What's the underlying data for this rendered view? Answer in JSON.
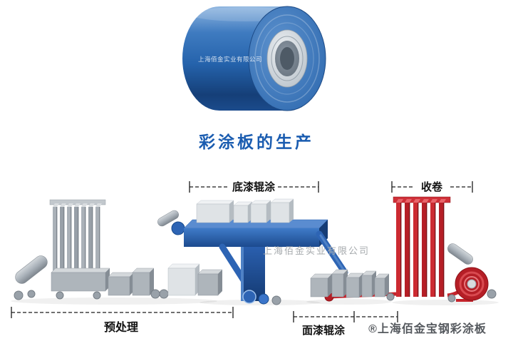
{
  "coil": {
    "watermark": "上海佰金实业有限公司"
  },
  "title": {
    "text": "彩涂板的生产"
  },
  "diagram": {
    "watermark_center": "上海佰金实业有限公司",
    "watermark_bottom": "®上海佰金宝钢彩涂板",
    "sections": {
      "primer": "底漆辊涂",
      "rewind": "收卷",
      "pretreat": "预处理",
      "topcoat": "面漆辊涂"
    }
  },
  "colors": {
    "title_blue": "#1a5cb0",
    "coil_blue": "#2563ac",
    "machine_blue": "#2d64b4",
    "machine_red": "#c5232b",
    "machine_gray": "#9aa2aa",
    "label_black": "#111111",
    "watermark_gray": "#a7abae"
  }
}
